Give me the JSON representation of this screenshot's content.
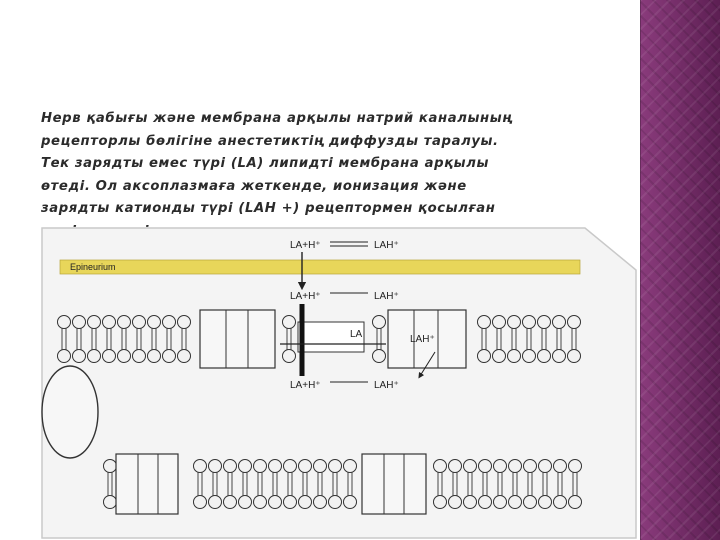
{
  "slide": {
    "text_lines": [
      "Нерв қабығы және мембрана арқылы натрий каналының",
      "рецепторлы бөлігіне анестетиктің диффузды таралуы.",
      "Тек зарядты емес түрі (LA)  липидті мембрана арқылы",
      "өтеді. Ол аксоплазмаға жеткенде, ионизация және",
      "зарядты катионды түрі (LAH +)  рецептормен қосылған",
      "үрдіс жүреді."
    ]
  },
  "figure": {
    "layer_label": "Epineurium",
    "eq_left": "LA+H⁺",
    "eq_right": "LAH⁺",
    "inner_right": "LAH⁺",
    "inner_la": "LA"
  },
  "colors": {
    "purple_band": "#6e2a63",
    "epineurium_band": "#e8d65a"
  }
}
